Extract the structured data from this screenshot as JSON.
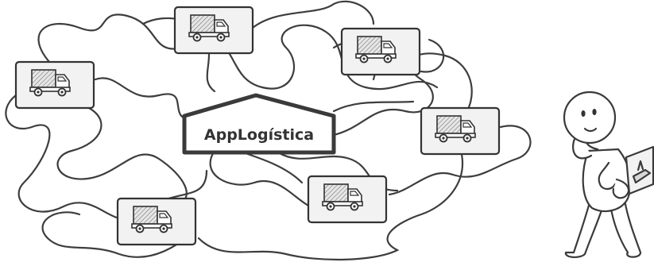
{
  "diagram": {
    "center_label": "AppLogística",
    "nodes": [
      {
        "id": "truck-1",
        "icon": "truck-icon"
      },
      {
        "id": "truck-2",
        "icon": "truck-icon"
      },
      {
        "id": "truck-3",
        "icon": "truck-icon"
      },
      {
        "id": "truck-4",
        "icon": "truck-icon"
      },
      {
        "id": "truck-5",
        "icon": "truck-icon"
      },
      {
        "id": "truck-6",
        "icon": "truck-icon"
      }
    ],
    "character": {
      "icon": "thinking-person-icon",
      "holding": "ship-picture-icon"
    },
    "colors": {
      "stroke": "#3a3a3a",
      "box_fill": "#f2f2f2",
      "truck_cargo": "#c9c9c9",
      "background": "#ffffff"
    }
  }
}
